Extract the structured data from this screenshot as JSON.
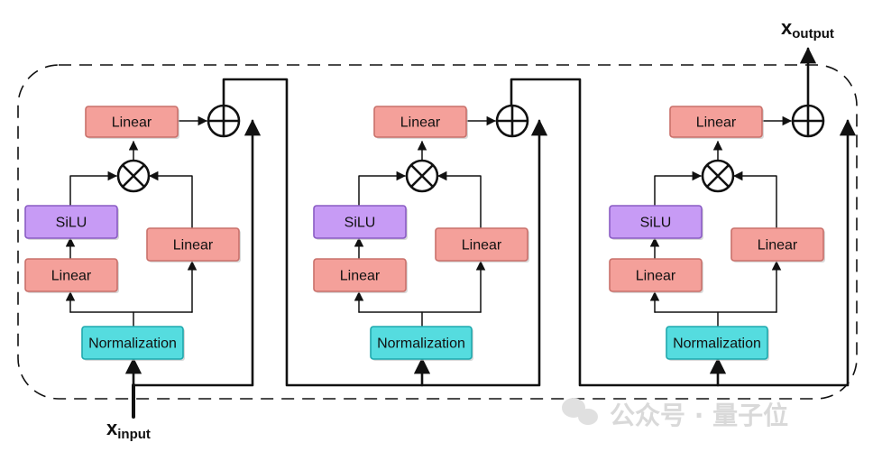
{
  "colors": {
    "linear": "#f4a09a",
    "linear_border": "#c9706a",
    "silu": "#c79bf5",
    "silu_border": "#8a5cc4",
    "normalization": "#55dcdf",
    "normalization_border": "#1fa8ad",
    "line": "#111111"
  },
  "blocks": [
    {
      "linear_top": "Linear",
      "silu": "SiLU",
      "linear_left": "Linear",
      "linear_right": "Linear",
      "normalization": "Normalization"
    },
    {
      "linear_top": "Linear",
      "silu": "SiLU",
      "linear_left": "Linear",
      "linear_right": "Linear",
      "normalization": "Normalization"
    },
    {
      "linear_top": "Linear",
      "silu": "SiLU",
      "linear_left": "Linear",
      "linear_right": "Linear",
      "normalization": "Normalization"
    }
  ],
  "input": {
    "base": "x",
    "subscript": "input"
  },
  "output": {
    "base": "x",
    "subscript": "output"
  },
  "watermark": "公众号 · 量子位"
}
